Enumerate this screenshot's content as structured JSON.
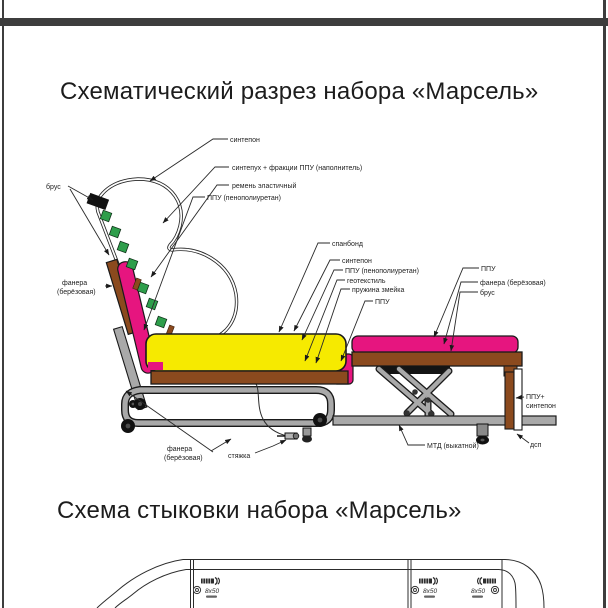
{
  "titles": {
    "cross_section": "Схематический разрез набора «Марсель»",
    "joining": "Схема стыковки набора «Марсель»"
  },
  "cross_section_labels": {
    "sintepon_top": "синтепон",
    "sintepuh_fractions": "синтепух + фракции ППУ (наполнитель)",
    "elastic_belt": "ремень эластичный",
    "ppu_full_top": "ППУ (пенополиуретан)",
    "brus_left": "брус",
    "fanera_left_line1": "фанера",
    "fanera_left_line2": "(берёзовая)",
    "spanbond": "спанбонд",
    "sintepon_mid": "синтепон",
    "ppu_full_mid": "ППУ (пенополиуретан)",
    "geotextile": "геотекстиль",
    "spring_snake": "пружина змейка",
    "ppu_mid": "ППУ",
    "ppu_right": "ППУ",
    "fanera_right": "фанера (берёзовая)",
    "brus_right": "брус",
    "ppu_sintepon_line1": "ППУ+",
    "ppu_sintepon_line2": "синтепон",
    "dsp": "дсп",
    "mtd": "МТД (выкатной)",
    "fanera_bottom_line1": "фанера",
    "fanera_bottom_line2": "(берёзовая)",
    "styazhka": "стяжка"
  },
  "joining_labels": {
    "screw_size": "8x50"
  },
  "colors": {
    "cushion_magenta": "#E6157F",
    "foam_yellow": "#F6EA00",
    "wood_brown": "#8B4A1E",
    "belt_green": "#2E9E4B",
    "metal_gray": "#A9A9A9",
    "separator_gray": "#3D3D3D",
    "outline_black": "#1A1A1A"
  }
}
